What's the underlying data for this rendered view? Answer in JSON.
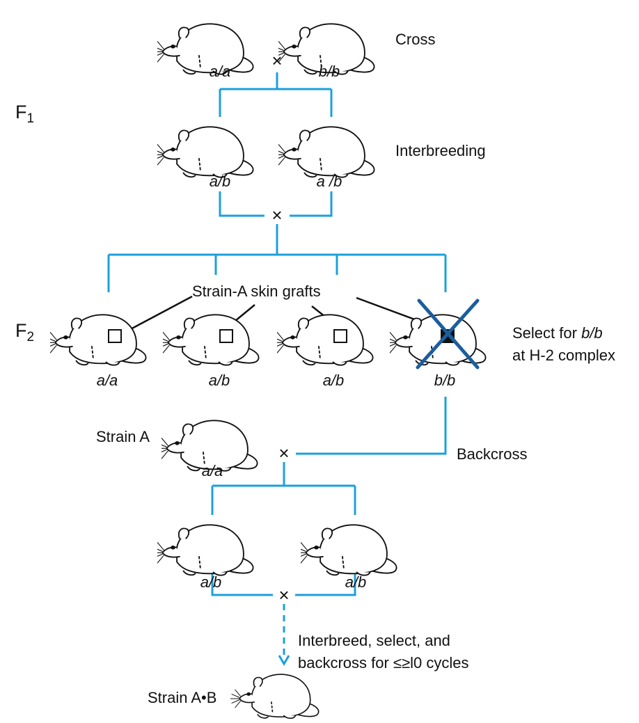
{
  "generations": {
    "f1": "F",
    "f1_sub": "1",
    "f2": "F",
    "f2_sub": "2"
  },
  "labels": {
    "cross": "Cross",
    "interbreeding": "Interbreeding",
    "skin_grafts": "Strain-A skin grafts",
    "select_line1": "Select for",
    "select_geno": "b/b",
    "select_line2": "at H-2 complex",
    "strain_a": "Strain A",
    "backcross": "Backcross",
    "interbreed_line1": "Interbreed, select, and",
    "interbreed_line2": "backcross for ≤≥l0 cycles",
    "strain_ab_left": "Strain A",
    "strain_ab_dot": "•",
    "strain_ab_right": "B"
  },
  "cross_symbol": "×",
  "genotypes": {
    "parent_left": "a/a",
    "parent_right": "b/b",
    "f1_left": "a/b",
    "f1_right": "a /b",
    "f2": [
      "a/a",
      "a/b",
      "a/b",
      "b/b"
    ],
    "strain_a": "a/a",
    "back_left": "a/b",
    "back_right": "a/b"
  },
  "icons": {
    "mouse": "mouse-icon",
    "graft": "skin-graft-square-icon",
    "reject": "rejection-x-icon"
  },
  "colors": {
    "line": "#1ba0dc",
    "reject": "#1b5e9e",
    "text": "#111111"
  }
}
